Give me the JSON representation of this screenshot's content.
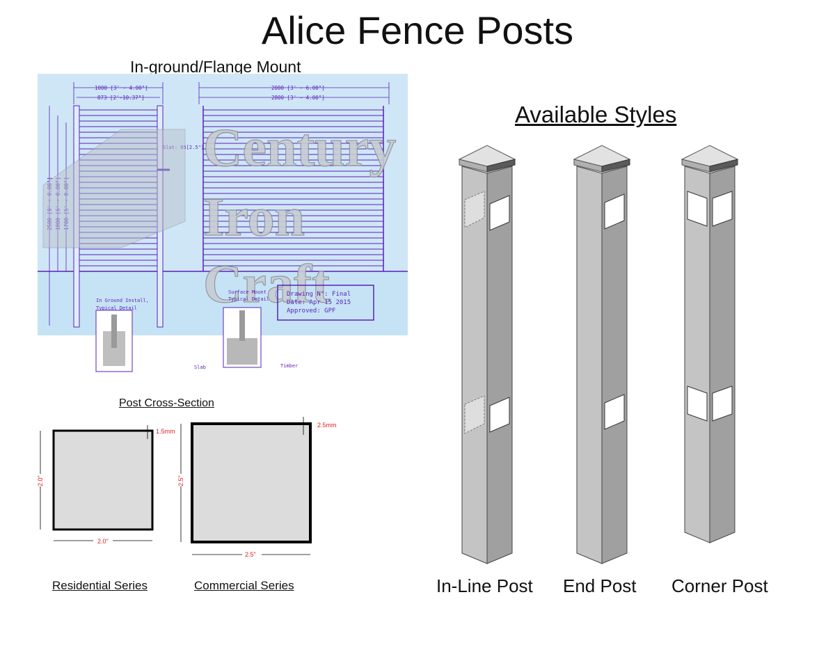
{
  "title": "Alice Fence Posts",
  "mount_section": {
    "heading": "In-ground/Flange Mount",
    "dim_left_top": "1000 [3' - 4.00\"]",
    "dim_left_bottom": "873 [2'-10.37\"]",
    "dim_right_top": "2000 [3' - 6.00\"]",
    "dim_right_bottom": "2800 [3' - 4.00\"]",
    "height_dims": [
      "2500 [8' - 0.00\"]",
      "1800 [6' - 0.00\"]",
      "1700 [5' - 8.00\"]"
    ],
    "slat_note": "Slat: 65[2.5\"]",
    "in_ground_note": [
      "In Ground Install,",
      "Typical Detail"
    ],
    "surface_note": [
      "Surface Mount",
      "Typical Detail"
    ],
    "title_block": [
      "Drawing N°: Final",
      "Date: Apr 15 2015",
      "Approved: GPF"
    ],
    "slab_label": "Slab",
    "timber_label": "Timber",
    "watermark": [
      "Century",
      "Iron",
      "Craft"
    ]
  },
  "cross_section": {
    "heading": "Post Cross-Section",
    "residential": {
      "label": "Residential Series",
      "width": "2.0\"",
      "height": "2.0\"",
      "wall": "1.5mm"
    },
    "commercial": {
      "label": "Commercial Series",
      "width": "2.5\"",
      "height": "2.5\"",
      "wall": "2.5mm"
    }
  },
  "styles": {
    "heading": "Available Styles",
    "posts": [
      {
        "label": "In-Line Post"
      },
      {
        "label": "End Post"
      },
      {
        "label": "Corner Post"
      }
    ]
  },
  "colors": {
    "drawing_bg": "#cfe6f7",
    "drawing_line": "#5a1fb8",
    "dim_red": "#e02020",
    "post_front": "#c4c4c4",
    "post_side": "#a0a0a0"
  }
}
